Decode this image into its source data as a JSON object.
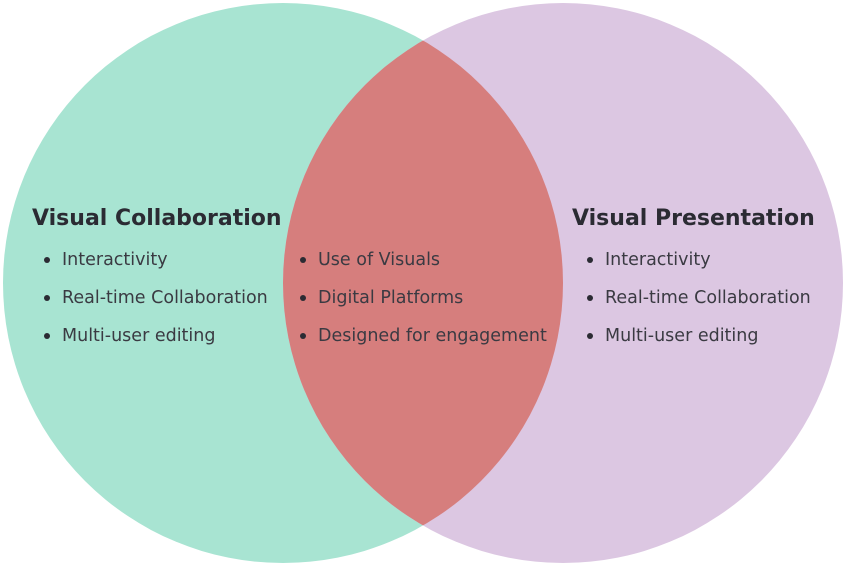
{
  "colors": {
    "left_circle": "#a8e4d2",
    "right_circle": "#dcc7e2",
    "intersection": "#d67e7d",
    "text": "#2b2b33"
  },
  "left_set": {
    "title": "Visual Collaboration",
    "items": [
      "Interactivity",
      "Real-time Collaboration",
      "Multi-user editing"
    ]
  },
  "intersection": {
    "items": [
      "Use of Visuals",
      "Digital Platforms",
      "Designed for engagement"
    ]
  },
  "right_set": {
    "title": "Visual Presentation",
    "items": [
      "Interactivity",
      "Real-time Collaboration",
      "Multi-user editing"
    ]
  }
}
